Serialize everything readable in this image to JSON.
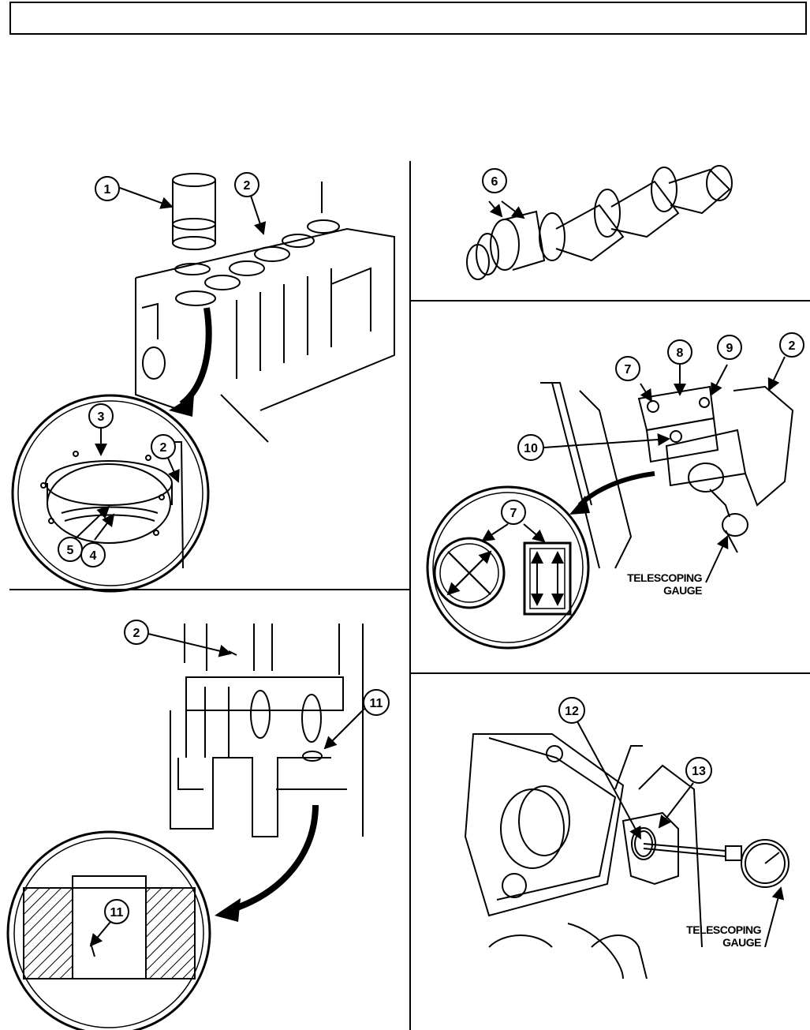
{
  "header": {
    "text": ""
  },
  "callouts": {
    "c1": "1",
    "c2a": "2",
    "c2b": "2",
    "c2c": "2",
    "c2d": "2",
    "c3": "3",
    "c4": "4",
    "c5": "5",
    "c6": "6",
    "c7a": "7",
    "c7b": "7",
    "c8": "8",
    "c9": "9",
    "c10": "10",
    "c11a": "11",
    "c11b": "11",
    "c12": "12",
    "c13": "13"
  },
  "labels": {
    "gauge_top_line1": "TELESCOPING",
    "gauge_top_line2": "GAUGE",
    "gauge_bottom_line1": "TELESCOPING",
    "gauge_bottom_line2": "GAUGE"
  }
}
